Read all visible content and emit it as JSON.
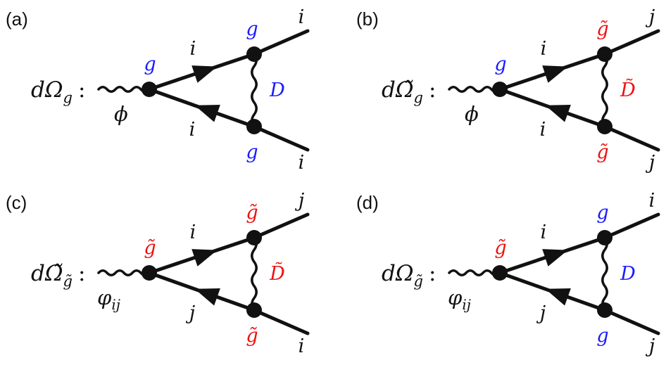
{
  "colors": {
    "blue": "#1a1aff",
    "red": "#ee1111",
    "black": "#111111"
  },
  "panels": [
    {
      "label": "(a)",
      "lhs": {
        "sym": "dΩ",
        "tilde": false,
        "sub": "g",
        "sub_tilde": false,
        "colon": ":"
      },
      "boson": {
        "text": "ϕ",
        "sub": ""
      },
      "left_vertex": {
        "text": "g",
        "color": "blue"
      },
      "top_vertex": {
        "text": "g",
        "color": "blue"
      },
      "bottom_vertex": {
        "text": "g",
        "color": "blue"
      },
      "propagator": {
        "text": "D",
        "color": "blue"
      },
      "upper_line": "i",
      "lower_line": "i",
      "out_top": "i",
      "out_bottom": "i"
    },
    {
      "label": "(b)",
      "lhs": {
        "sym": "dΩ̃",
        "tilde": true,
        "sub": "g",
        "sub_tilde": false,
        "colon": ":"
      },
      "boson": {
        "text": "ϕ",
        "sub": ""
      },
      "left_vertex": {
        "text": "g",
        "color": "blue"
      },
      "top_vertex": {
        "text": "g̃",
        "color": "red"
      },
      "bottom_vertex": {
        "text": "g̃",
        "color": "red"
      },
      "propagator": {
        "text": "D̃",
        "color": "red"
      },
      "upper_line": "i",
      "lower_line": "i",
      "out_top": "j",
      "out_bottom": "j"
    },
    {
      "label": "(c)",
      "lhs": {
        "sym": "dΩ̃",
        "tilde": true,
        "sub": "g̃",
        "sub_tilde": true,
        "colon": ":"
      },
      "boson": {
        "text": "φ",
        "sub": "ij"
      },
      "left_vertex": {
        "text": "g̃",
        "color": "red"
      },
      "top_vertex": {
        "text": "g̃",
        "color": "red"
      },
      "bottom_vertex": {
        "text": "g̃",
        "color": "red"
      },
      "propagator": {
        "text": "D̃",
        "color": "red"
      },
      "upper_line": "i",
      "lower_line": "j",
      "out_top": "j",
      "out_bottom": "i"
    },
    {
      "label": "(d)",
      "lhs": {
        "sym": "dΩ",
        "tilde": false,
        "sub": "g̃",
        "sub_tilde": true,
        "colon": ":"
      },
      "boson": {
        "text": "φ",
        "sub": "ij"
      },
      "left_vertex": {
        "text": "g̃",
        "color": "red"
      },
      "top_vertex": {
        "text": "g",
        "color": "blue"
      },
      "bottom_vertex": {
        "text": "g",
        "color": "blue"
      },
      "propagator": {
        "text": "D",
        "color": "blue"
      },
      "upper_line": "i",
      "lower_line": "j",
      "out_top": "i",
      "out_bottom": "j"
    }
  ]
}
